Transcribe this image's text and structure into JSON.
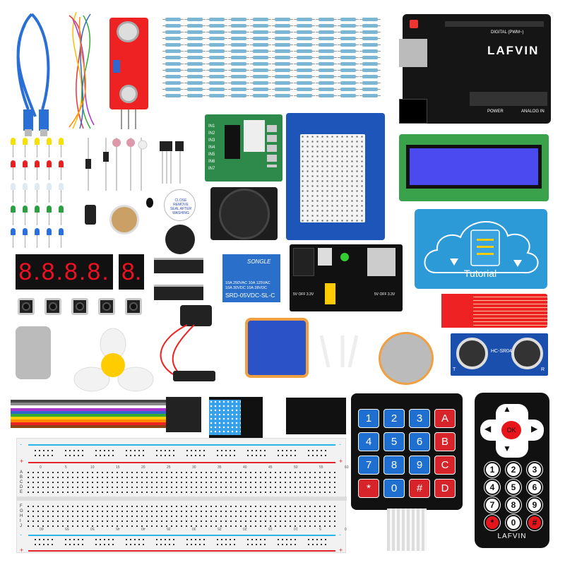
{
  "arduino": {
    "brand": "LAFVIN",
    "digital_label": "DIGITAL (PWM~)",
    "power_label": "POWER",
    "analog_label": "ANALOG IN",
    "color": "#151515"
  },
  "tutorial": {
    "label": "Tutorial",
    "color": "#2d9ad8",
    "icons": [
      "cloud-icon",
      "document-icon",
      "download-arrow-icon"
    ]
  },
  "relay": {
    "brand": "SONGLE",
    "rating_line1": "10A 250VAC 10A 125VAC",
    "rating_line2": "10A 30VDC 10A 28VDC",
    "model": "SRD-05VDC-SL-C",
    "color": "#2a6fc9"
  },
  "power_module": {
    "left_labels": "5V OFF 3.3V",
    "right_labels": "5V OFF 3.3V"
  },
  "buzzer": {
    "sticker": "CLOSE REMOVE SEAL AFTER WASHING"
  },
  "ultrasonic": {
    "model": "HC-SR04",
    "left_mark": "T",
    "right_mark": "R",
    "color": "#1b4fae"
  },
  "seven_segment": {
    "four_digit": "8.8.8.8.",
    "one_digit": "8."
  },
  "stepper_driver": {
    "pins": "IN1 IN2 IN3 IN4 IN5 IN6 IN7"
  },
  "keypad": {
    "keys": [
      "1",
      "2",
      "3",
      "A",
      "4",
      "5",
      "6",
      "B",
      "7",
      "8",
      "9",
      "C",
      "*",
      "0",
      "#",
      "D"
    ],
    "number_color": "#1f6fd0",
    "letter_color": "#d7232a"
  },
  "remote": {
    "brand": "LAFVIN",
    "ok": "OK",
    "arrows": [
      "▲",
      "◀",
      "▶",
      "▼"
    ],
    "keys": [
      "1",
      "2",
      "3",
      "4",
      "5",
      "6",
      "7",
      "8",
      "9",
      "*",
      "0",
      "#"
    ],
    "accent": "#e8141c"
  },
  "breadboard": {
    "top_numbers": [
      "0",
      "5",
      "10",
      "15",
      "20",
      "25",
      "30",
      "35",
      "40",
      "45",
      "50",
      "55",
      "60"
    ],
    "bottom_numbers": [
      "60",
      "55",
      "50",
      "45",
      "40",
      "35",
      "30",
      "25",
      "20",
      "15",
      "10",
      "5",
      "0"
    ],
    "rows_top": [
      "A",
      "B",
      "C",
      "D",
      "E"
    ],
    "rows_bottom": [
      "F",
      "G",
      "H",
      "I",
      "J"
    ],
    "rail_plus": "+",
    "rail_minus": "-",
    "rail_blue": "#2ab6ea",
    "rail_red": "#e5232b"
  }
}
